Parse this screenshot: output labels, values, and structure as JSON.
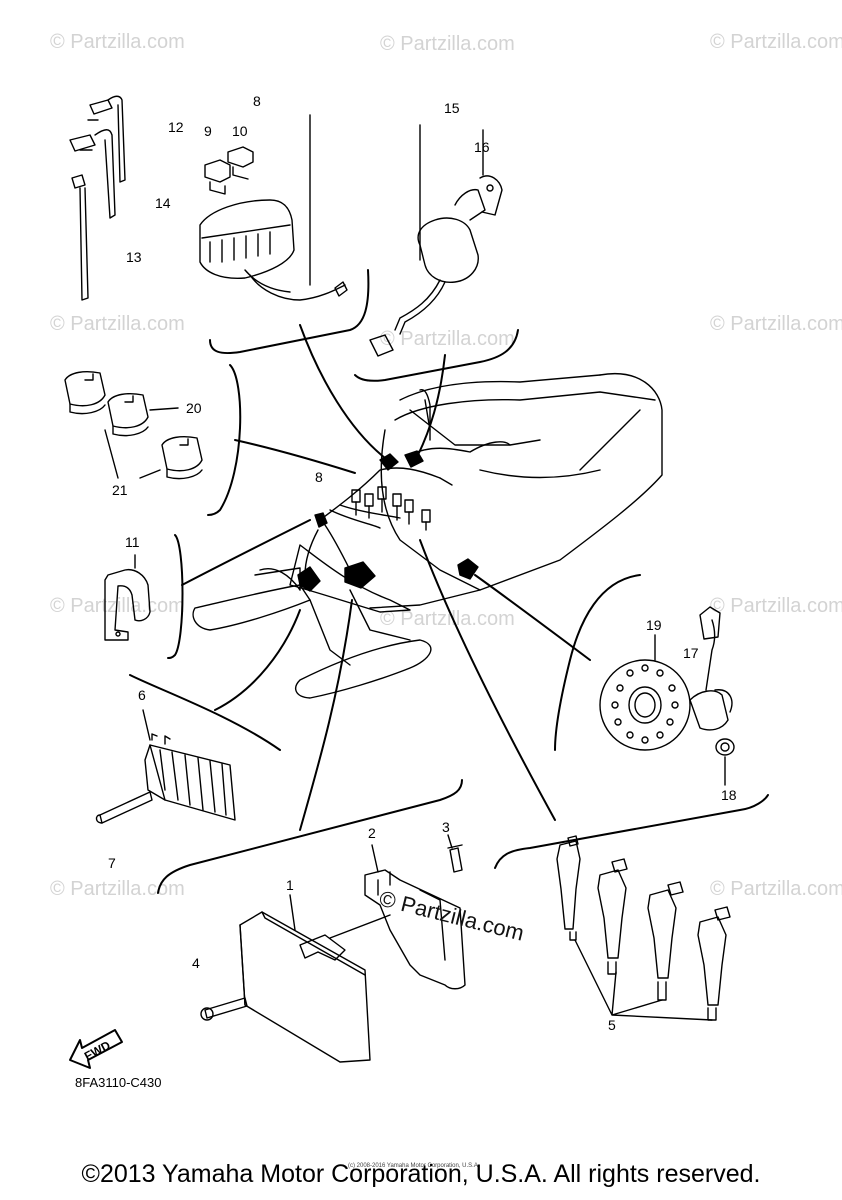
{
  "callouts": [
    "1",
    "2",
    "3",
    "4",
    "5",
    "6",
    "7",
    "8",
    "9",
    "10",
    "11",
    "12",
    "13",
    "14",
    "15",
    "16",
    "17",
    "18",
    "19",
    "20",
    "21"
  ],
  "duplicate_callout": "8",
  "fwd_label": "FWD",
  "diagram_code": "8FA3110-C430",
  "watermark": "© Partzilla.com",
  "watermark_center": "© Partzilla.com",
  "small_copyright": "(c) 2008-2016 Yamaha Motor Corporation, U.S.A.",
  "copyright": "©2013 Yamaha Motor Corporation, U.S.A. All rights reserved."
}
